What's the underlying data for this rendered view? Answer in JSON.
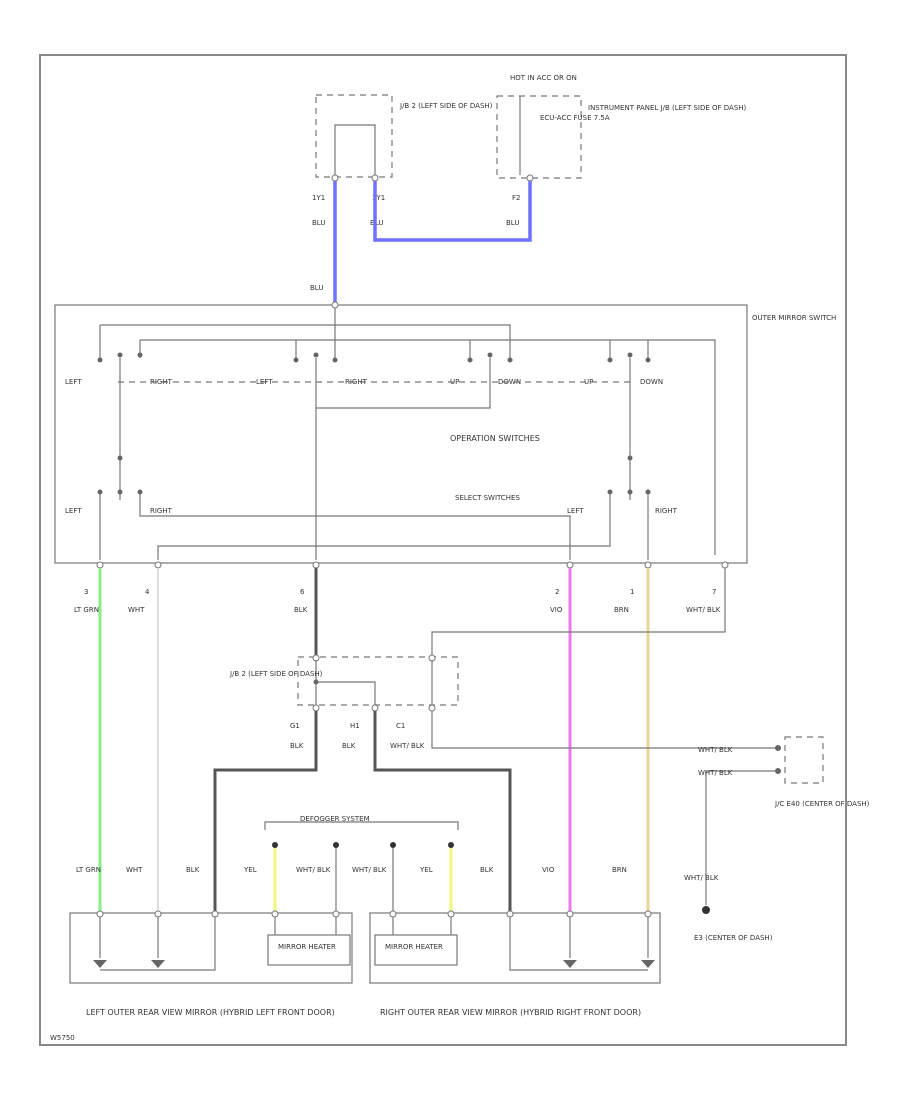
{
  "colors": {
    "blu": "#7070ff",
    "lt_grn": "#88ee88",
    "wht": "#dddddd",
    "blk": "#555555",
    "vio": "#ee77ee",
    "brn": "#e8d49a",
    "yel": "#f5f57a",
    "frame": "#888888"
  },
  "junctions": {
    "jb2_top": "J/B 2 (LEFT SIDE OF DASH)",
    "inst_panel": "INSTRUMENT PANEL J/B (LEFT SIDE OF DASH)",
    "hot_in": "HOT IN ACC OR ON",
    "fuse": "ECU-ACC FUSE 7.5A",
    "jb2_mid": "J/B 2 (LEFT SIDE OF DASH)",
    "jc": "J/C E40 (CENTER OF DASH)",
    "ground": "E3 (CENTER OF DASH)"
  },
  "pins": {
    "b1": "1Y1",
    "b2": "1Y1",
    "f2": "F2",
    "sw3": "3",
    "sw4": "4",
    "sw6": "6",
    "sw2": "2",
    "sw1": "1",
    "sw7": "7",
    "g1": "G1",
    "h1": "H1",
    "c1": "C1"
  },
  "wires": {
    "blu": "BLU",
    "lt_grn": "LT GRN",
    "wht": "WHT",
    "blk": "BLK",
    "vio": "VIO",
    "brn": "BRN",
    "wht_blk": "WHT/ BLK",
    "yel": "YEL"
  },
  "switch": {
    "outer": "OUTER MIRROR SWITCH",
    "operation": "OPERATION SWITCHES",
    "select": "SELECT SWITCHES",
    "left": "LEFT",
    "right": "RIGHT",
    "up": "UP",
    "down": "DOWN"
  },
  "mirrors": {
    "defogger": "DEFOGGER SYSTEM",
    "heater": "MIRROR HEATER",
    "left_caption": "LEFT OUTER REAR VIEW MIRROR (HYBRID LEFT FRONT DOOR)",
    "right_caption": "RIGHT OUTER REAR VIEW MIRROR (HYBRID RIGHT FRONT DOOR)"
  },
  "footer": {
    "code": "W5750"
  }
}
